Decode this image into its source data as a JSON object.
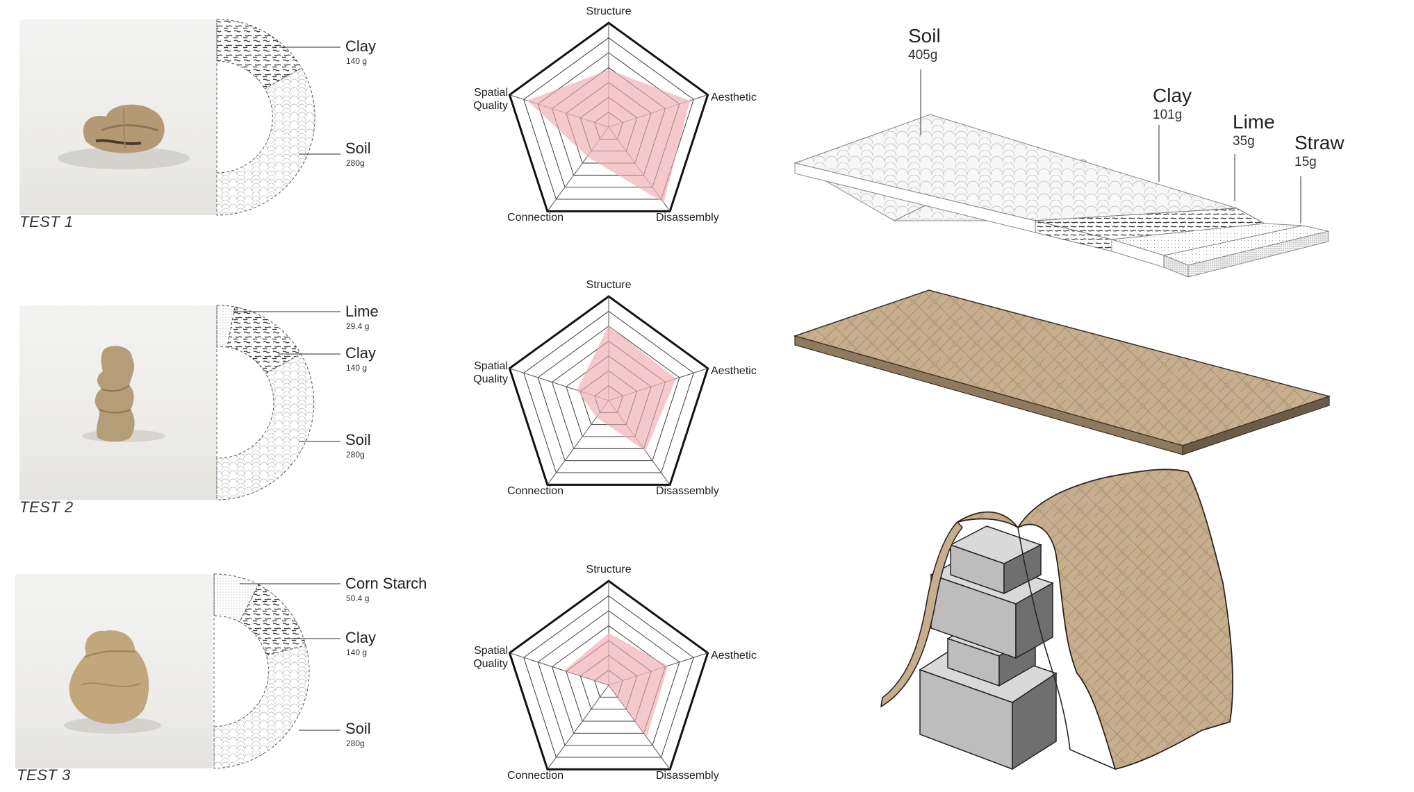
{
  "tests": [
    {
      "label": "TEST 1",
      "materials": [
        {
          "name": "Clay",
          "weight": "140 g"
        },
        {
          "name": "Soil",
          "weight": "280g"
        }
      ],
      "radar": {
        "structure": 0.55,
        "aesthetic": 0.82,
        "disassembly": 0.9,
        "connection": 0.35,
        "spatial": 0.82
      }
    },
    {
      "label": "TEST 2",
      "materials": [
        {
          "name": "Lime",
          "weight": "29.4 g"
        },
        {
          "name": "Clay",
          "weight": "140 g"
        },
        {
          "name": "Soil",
          "weight": "280g"
        }
      ],
      "radar": {
        "structure": 0.72,
        "aesthetic": 0.68,
        "disassembly": 0.6,
        "connection": 0.2,
        "spatial": 0.32
      }
    },
    {
      "label": "TEST 3",
      "materials": [
        {
          "name": "Corn Starch",
          "weight": "50.4 g"
        },
        {
          "name": "Clay",
          "weight": "140 g"
        },
        {
          "name": "Soil",
          "weight": "280g"
        }
      ],
      "radar": {
        "structure": 0.5,
        "aesthetic": 0.6,
        "disassembly": 0.62,
        "connection": 0.0,
        "spatial": 0.45
      }
    }
  ],
  "radar_axes": {
    "structure": "Structure",
    "aesthetic": "Aesthetic",
    "disassembly": "Disassembly",
    "connection": "Connection",
    "spatial_line1": "Spatial",
    "spatial_line2": "Quality"
  },
  "slab_layers": [
    {
      "name": "Soil",
      "weight": "405g"
    },
    {
      "name": "Clay",
      "weight": "101g"
    },
    {
      "name": "Lime",
      "weight": "35g"
    },
    {
      "name": "Straw",
      "weight": "15g"
    }
  ],
  "colors": {
    "radar_fill": "#f2b5bb",
    "panel_tan": "#c2ab8c",
    "panel_edge": "#6e5d47",
    "block_top": "#d8d8d8",
    "block_side": "#7a7a7a",
    "block_front": "#b9b9b9"
  }
}
